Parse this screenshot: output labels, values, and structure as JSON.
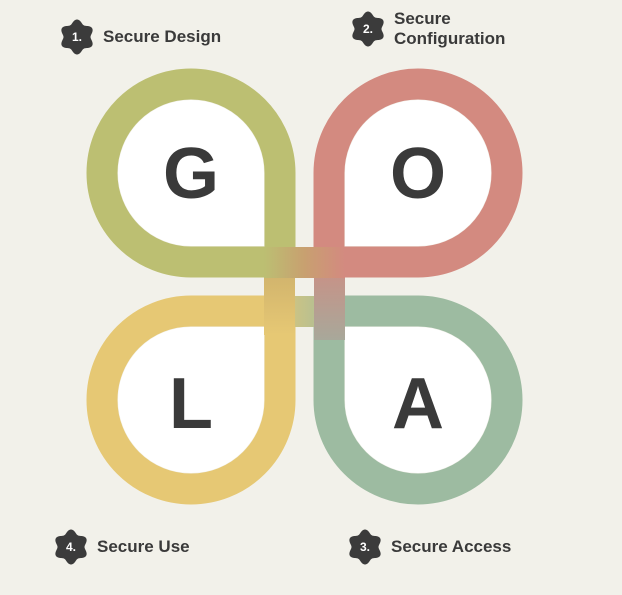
{
  "steps": [
    {
      "number": "1.",
      "label": "Secure Design"
    },
    {
      "number": "2.",
      "label": "Secure Configuration"
    },
    {
      "number": "3.",
      "label": "Secure Access"
    },
    {
      "number": "4.",
      "label": "Secure Use"
    }
  ],
  "petals": [
    {
      "letter": "G",
      "color": "#bcbf72"
    },
    {
      "letter": "O",
      "color": "#d38a80"
    },
    {
      "letter": "L",
      "color": "#e6c874"
    },
    {
      "letter": "A",
      "color": "#9dbba1"
    }
  ],
  "colors": {
    "background": "#f2f1ea",
    "badge": "#3b3b3b",
    "letter": "#3a3a3a",
    "inner": "#ffffff"
  }
}
